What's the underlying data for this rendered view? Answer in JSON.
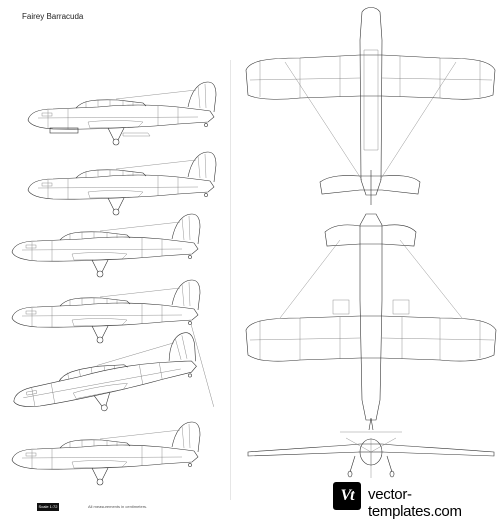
{
  "page": {
    "title": "Fairey Barracuda"
  },
  "footer": {
    "scale_label": "Scale 1:72",
    "note": "All measurements in centimeters.",
    "logo_text": "Vt",
    "site_name": "vector-templates.com"
  },
  "views": [
    "side-view-1",
    "side-view-2",
    "side-view-3",
    "side-view-4",
    "side-view-5",
    "side-view-6",
    "top-view",
    "bottom-view",
    "front-view"
  ]
}
